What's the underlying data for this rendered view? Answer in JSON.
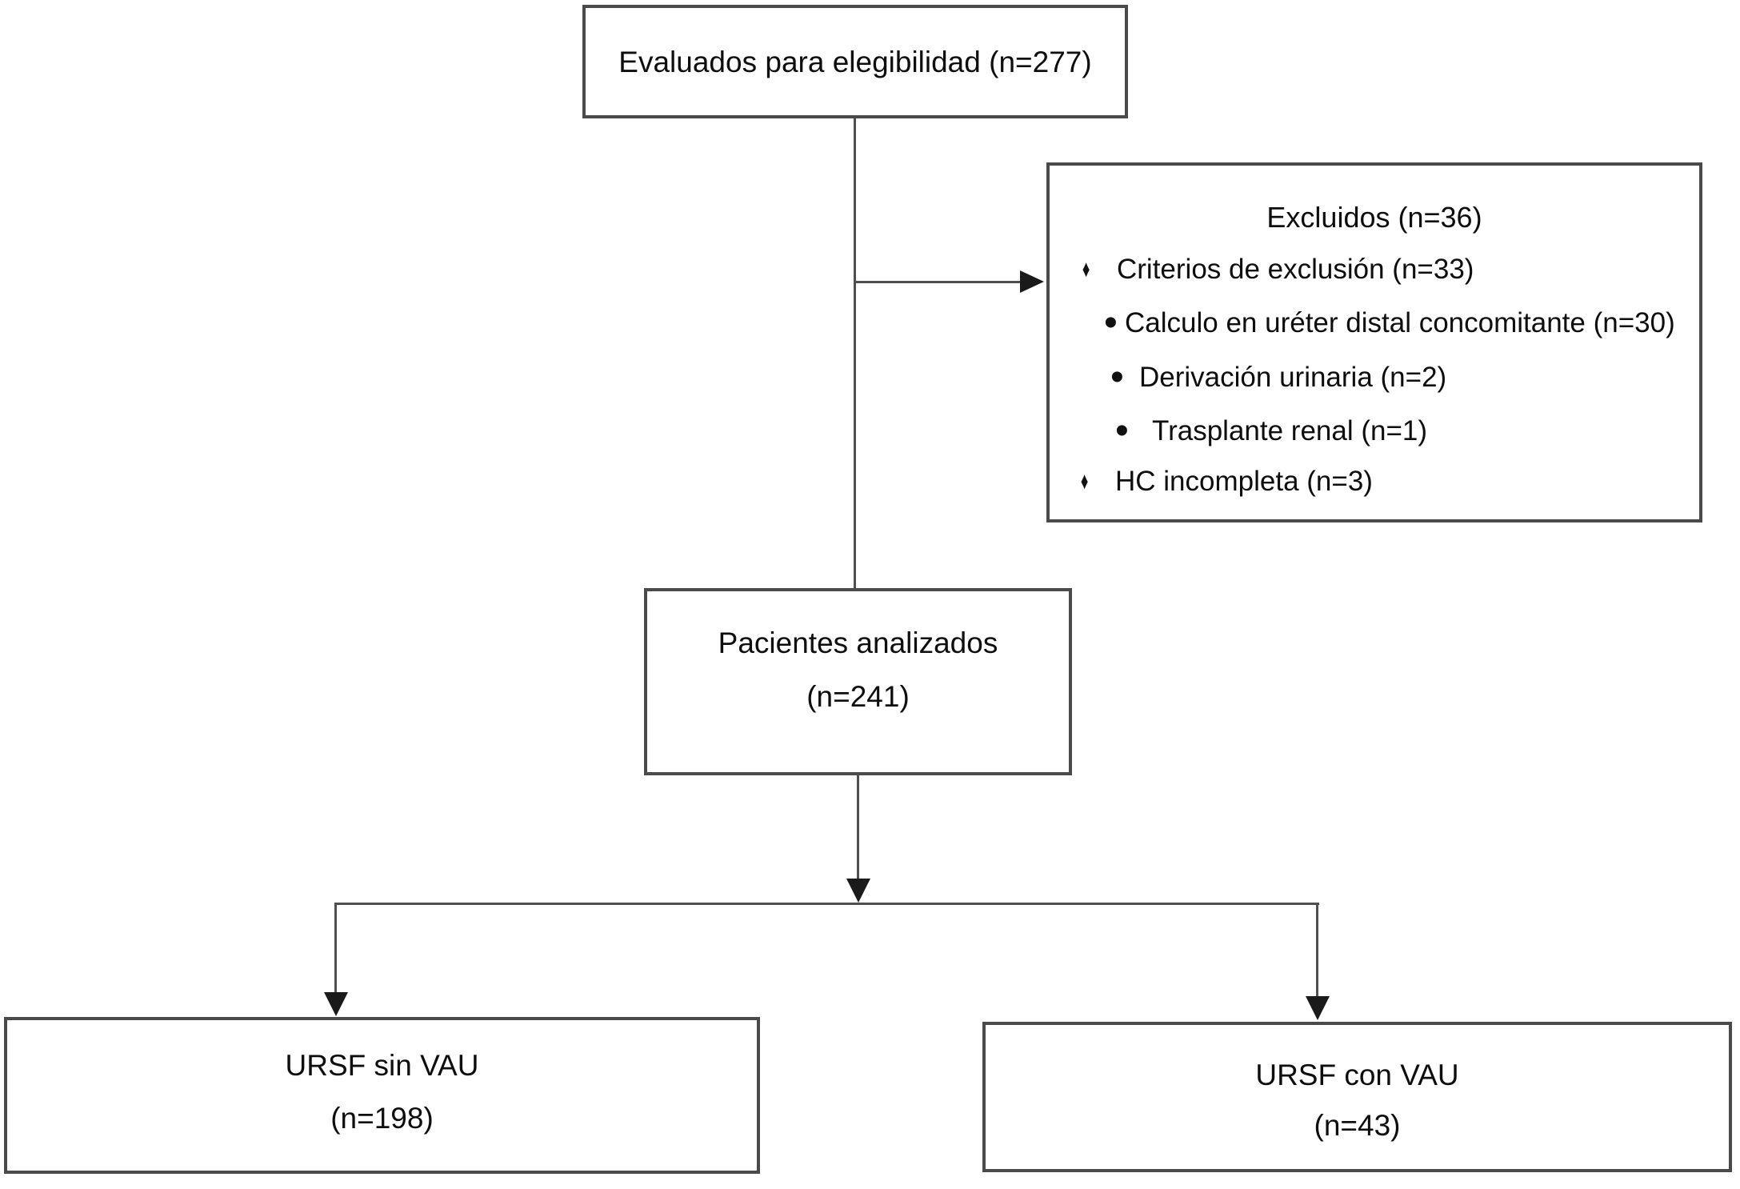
{
  "diagram": {
    "eligibility": {
      "label": "Evaluados para elegibilidad (n=277)"
    },
    "excluded": {
      "title": "Excluidos (n=36)",
      "items": [
        {
          "bullet": "♦",
          "label": "Criterios de exclusión (n=33)"
        },
        {
          "bullet": "•",
          "label": "Calculo en uréter distal concomitante (n=30)"
        },
        {
          "bullet": "•",
          "label": "Derivación urinaria (n=2)"
        },
        {
          "bullet": "•",
          "label": "Trasplante renal (n=1)"
        },
        {
          "bullet": "♦",
          "label": "HC incompleta (n=3)"
        }
      ]
    },
    "analyzed": {
      "line1": "Pacientes analizados",
      "line2": "(n=241)"
    },
    "arm_left": {
      "line1": "URSF sin VAU",
      "line2": "(n=198)"
    },
    "arm_right": {
      "line1": "URSF con VAU",
      "line2": "(n=43)"
    }
  },
  "colors": {
    "background": "#ffffff",
    "box_border": "#4a4a4a",
    "connector_line": "#4f4f4f",
    "arrowhead": "#1a1a1a",
    "text": "#0e0e0e"
  }
}
